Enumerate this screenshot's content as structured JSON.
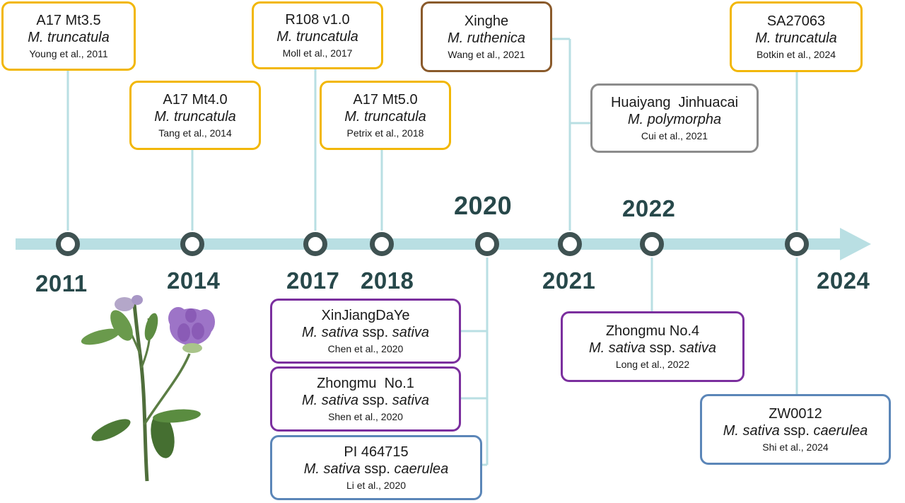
{
  "colors": {
    "timeline": "#b9dfe3",
    "node_ring": "#3f5252",
    "year_text": "#27484a",
    "truncatula_border": "#f2b705",
    "ruthenica_border": "#8a5a2b",
    "polymorpha_border": "#8c8c8c",
    "sativa_border": "#7b2f9e",
    "caerulea_border": "#5b86b8"
  },
  "years": [
    "2011",
    "2014",
    "2017",
    "2018",
    "2020",
    "2021",
    "2022",
    "2024"
  ],
  "assemblies": [
    {
      "id": "a17-mt35",
      "name": "A17 Mt3.5",
      "species_italic": "M. truncatula",
      "species_rest": "",
      "citation": "Young et al., 2011"
    },
    {
      "id": "a17-mt40",
      "name": "A17 Mt4.0",
      "species_italic": "M. truncatula",
      "species_rest": "",
      "citation": "Tang et al., 2014"
    },
    {
      "id": "r108-v10",
      "name": "R108 v1.0",
      "species_italic": "M. truncatula",
      "species_rest": "",
      "citation": "Moll et al., 2017"
    },
    {
      "id": "a17-mt50",
      "name": "A17 Mt5.0",
      "species_italic": "M. truncatula",
      "species_rest": "",
      "citation": "Petrix et al., 2018"
    },
    {
      "id": "xinghe",
      "name": "Xinghe",
      "species_italic": "M. ruthenica",
      "species_rest": "",
      "citation": "Wang et al., 2021"
    },
    {
      "id": "huaiyang",
      "name": "Huaiyang  Jinhuacai",
      "species_italic": "M. polymorpha",
      "species_rest": "",
      "citation": "Cui et al., 2021"
    },
    {
      "id": "sa27063",
      "name": "SA27063",
      "species_italic": "M. truncatula",
      "species_rest": "",
      "citation": "Botkin et al., 2024"
    },
    {
      "id": "xinjiangdaye",
      "name": "XinJiangDaYe",
      "species_italic": "M. sativa",
      "species_rest": " ssp. ",
      "species_italic2": "sativa",
      "citation": "Chen et al., 2020"
    },
    {
      "id": "zhongmu1",
      "name": "Zhongmu  No.1",
      "species_italic": "M. sativa",
      "species_rest": " ssp. ",
      "species_italic2": "sativa",
      "citation": "Shen et al., 2020"
    },
    {
      "id": "pi464715",
      "name": "PI 464715",
      "species_italic": "M. sativa",
      "species_rest": " ssp. ",
      "species_italic2": "caerulea",
      "citation": "Li et al., 2020"
    },
    {
      "id": "zhongmu4",
      "name": "Zhongmu No.4",
      "species_italic": "M. sativa",
      "species_rest": " ssp. ",
      "species_italic2": "sativa",
      "citation": "Long et al., 2022"
    },
    {
      "id": "zw0012",
      "name": "ZW0012",
      "species_italic": "M. sativa",
      "species_rest": " ssp. ",
      "species_italic2": "caerulea",
      "citation": "Shi et al., 2024"
    }
  ]
}
